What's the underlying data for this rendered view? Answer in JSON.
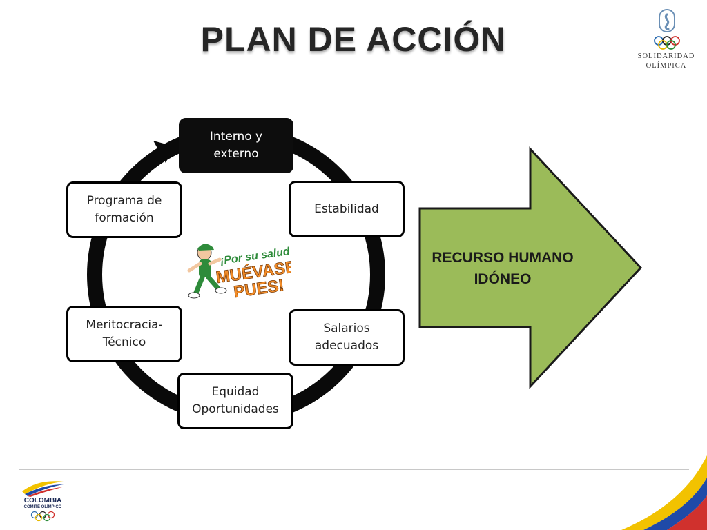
{
  "slide": {
    "title": "PLAN DE ACCIÓN"
  },
  "logo_top": {
    "line1": "SOLIDARIDAD",
    "line2": "OLÍMPICA"
  },
  "cycle": {
    "nodes": [
      {
        "id": "interno",
        "lines": [
          "Interno y",
          "externo"
        ]
      },
      {
        "id": "estabilidad",
        "lines": [
          "Estabilidad"
        ]
      },
      {
        "id": "salarios",
        "lines": [
          "Salarios",
          "adecuados"
        ]
      },
      {
        "id": "equidad",
        "lines": [
          "Equidad",
          "Oportunidades"
        ]
      },
      {
        "id": "meritocracia",
        "lines": [
          "Meritocracia-",
          "Técnico"
        ]
      },
      {
        "id": "programa",
        "lines": [
          "Programa de",
          "formación"
        ]
      }
    ]
  },
  "result_arrow": {
    "lines": [
      "RECURSO HUMANO",
      "IDÓNEO"
    ],
    "fill": "#9bbb59",
    "stroke": "#1a1a1a"
  },
  "mascot": {
    "line1": "¡Por su salud",
    "line2": "MUÉVASE",
    "line3": "PUES!"
  },
  "logo_bottom": {
    "line1": "COLOMBIA",
    "line2": "COMITÉ OLÍMPICO"
  },
  "colors": {
    "dark_node": "#0d0d0d",
    "ring": "#0a0a0a",
    "accent_green": "#9bbb59"
  }
}
